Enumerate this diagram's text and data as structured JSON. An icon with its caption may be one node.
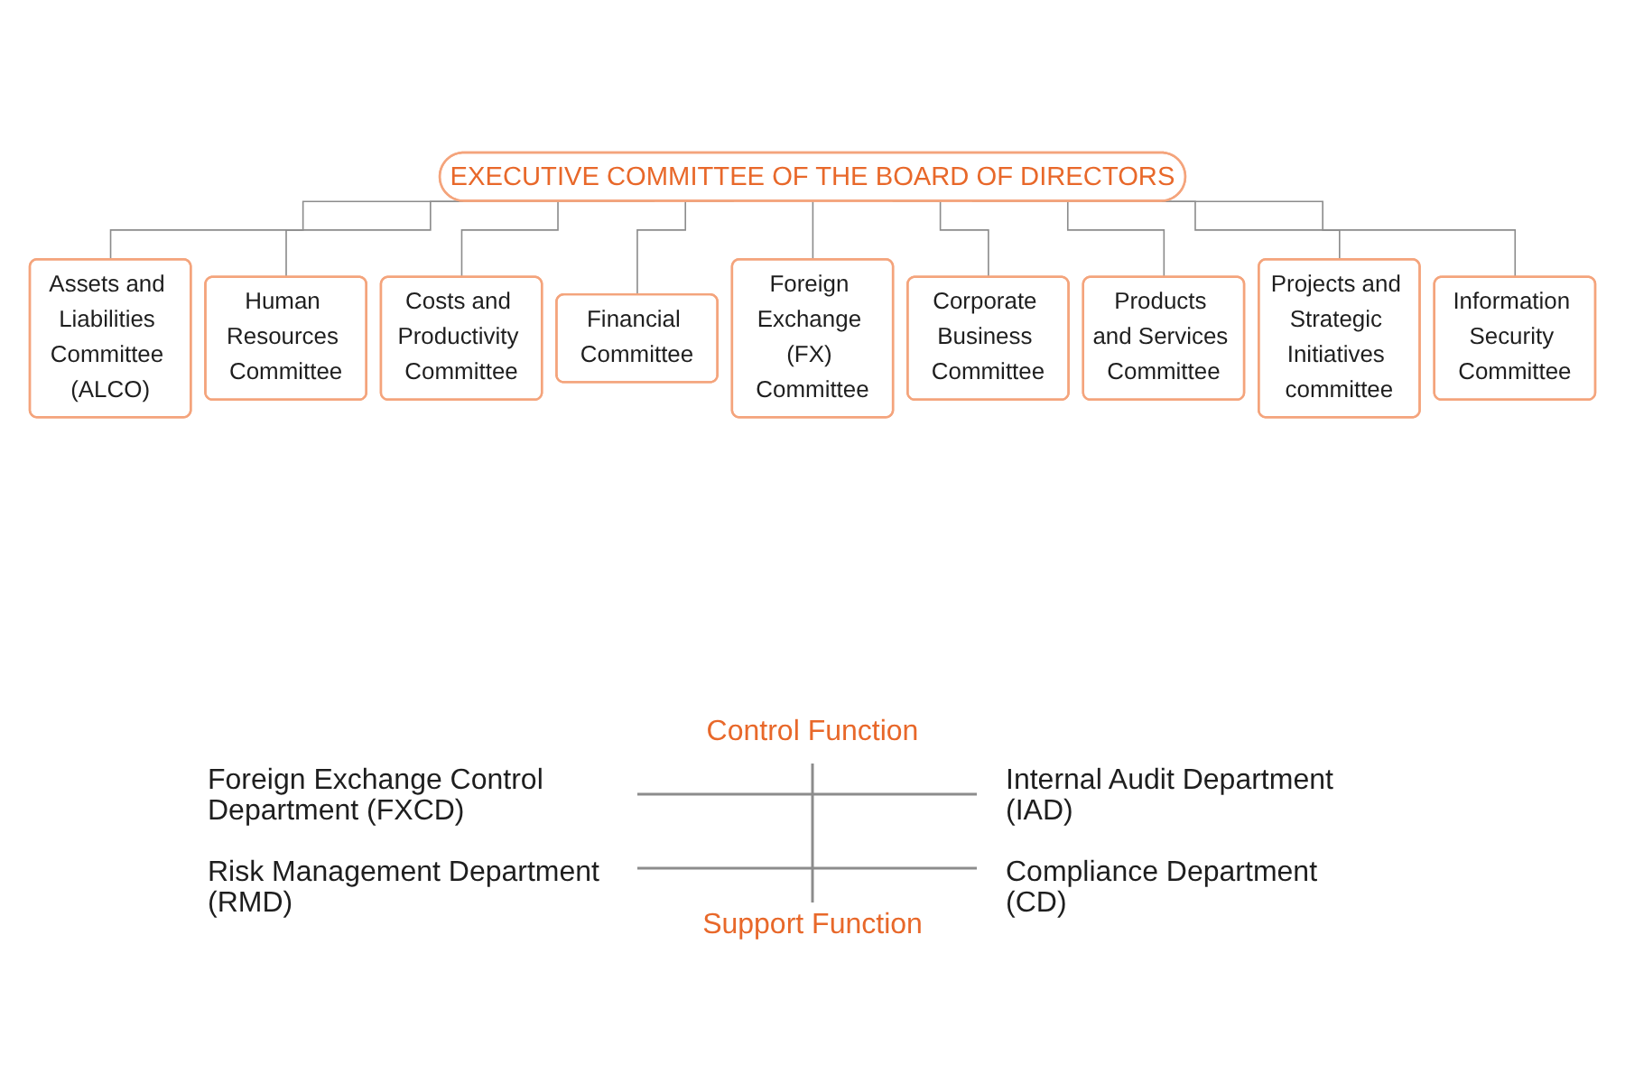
{
  "diagram": {
    "nodes": [
      {
        "text": [
          "EXECUTIVE COMMITTEE OF THE BOARD OF DIRECTORS"
        ]
      },
      {
        "text": [
          "Assets and Liabilities Committee (ALCO)"
        ]
      },
      {
        "text": [
          "Human Resources Committee"
        ]
      },
      {
        "text": [
          "Costs and Productivity Committee"
        ]
      },
      {
        "text": [
          "Financial Committee"
        ]
      },
      {
        "text": [
          "Foreign Exchange (FX) Committee"
        ]
      },
      {
        "text": [
          "Corporate Business Committee"
        ]
      },
      {
        "text": [
          "Products and Services Committee"
        ]
      },
      {
        "text": [
          "Projects and Strategic Initiatives committee"
        ]
      },
      {
        "text": [
          "Information Security Committee"
        ]
      }
    ],
    "edges": [
      {
        "from": 0,
        "to": 1,
        "arrow": "none"
      },
      {
        "from": 0,
        "to": 2,
        "arrow": "none"
      },
      {
        "from": 0,
        "to": 3,
        "arrow": "none"
      },
      {
        "from": 0,
        "to": 4,
        "arrow": "none"
      },
      {
        "from": 0,
        "to": 5,
        "arrow": "none"
      },
      {
        "from": 0,
        "to": 6,
        "arrow": "none"
      },
      {
        "from": 0,
        "to": 7,
        "arrow": "none"
      },
      {
        "from": 0,
        "to": 8,
        "arrow": "none"
      },
      {
        "from": 0,
        "to": 9,
        "arrow": "none"
      }
    ],
    "labels": [
      "Control Function",
      "Foreign Exchange Control Department (FXCD)",
      "Internal Audit Department (IAD)",
      "Risk Management Department (RMD)",
      "Compliance Department (CD)",
      "Support Function"
    ]
  }
}
